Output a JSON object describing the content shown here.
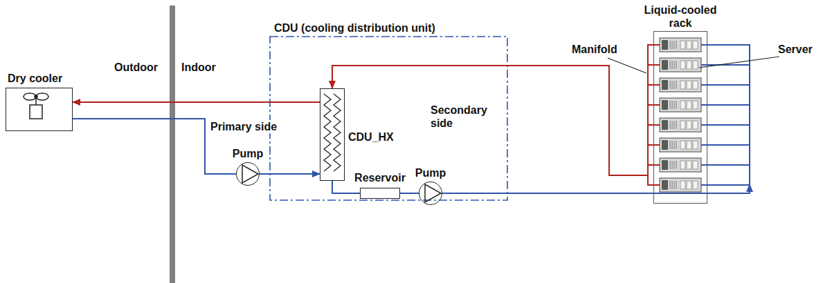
{
  "diagram": {
    "nodes": [
      {
        "text": [
          "Dry cooler"
        ]
      },
      {
        "text": [
          "Pump"
        ]
      },
      {
        "text": [
          "CDU (cooling distribution unit)"
        ]
      },
      {
        "text": [
          "CDU_HX"
        ],
        "in": 2
      },
      {
        "text": [
          "Reservoir"
        ],
        "in": 2
      },
      {
        "text": [
          "Pump"
        ],
        "in": 2
      },
      {
        "text": [
          "Liquid-cooled rack"
        ]
      }
    ],
    "edges": [
      {
        "from": 3,
        "to": 0,
        "arrow": "to"
      },
      {
        "from": 0,
        "to": 1,
        "arrow": "none"
      },
      {
        "from": 1,
        "to": 3,
        "arrow": "to"
      },
      {
        "from": 3,
        "to": 4,
        "arrow": "none"
      },
      {
        "from": 4,
        "to": 5,
        "arrow": "none"
      },
      {
        "from": 5,
        "to": 6,
        "arrow": "to"
      },
      {
        "from": 6,
        "to": 3,
        "arrow": "to"
      }
    ],
    "labels": [
      "Outdoor",
      "Indoor",
      "Primary side",
      "Secondary side",
      "Manifold",
      "Server"
    ]
  }
}
